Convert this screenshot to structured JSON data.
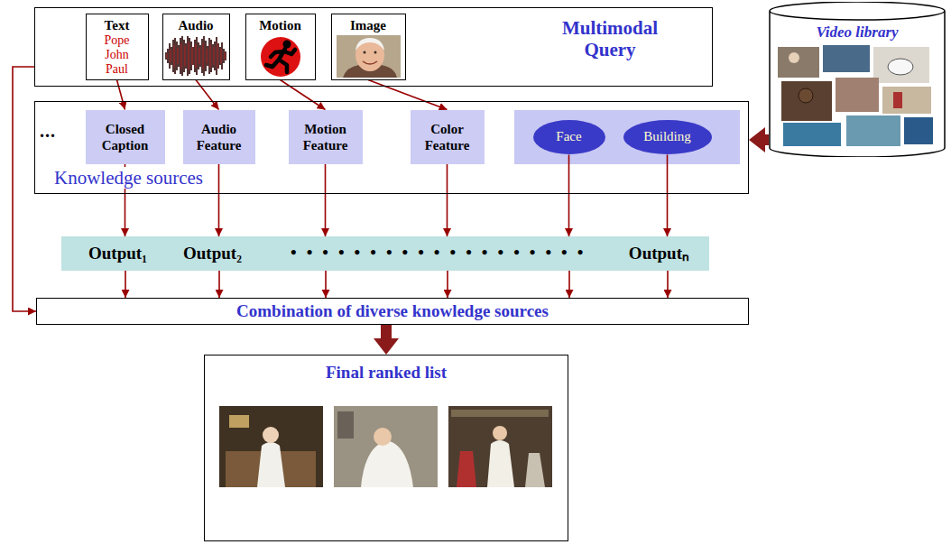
{
  "diagram": {
    "nodes": [
      {
        "text": [
          "Multimodal Query"
        ]
      },
      {
        "text": [
          "Text",
          "Pope John Paul"
        ],
        "in": 0
      },
      {
        "text": [
          "Audio"
        ],
        "in": 0
      },
      {
        "text": [
          "Motion"
        ],
        "in": 0
      },
      {
        "text": [
          "Image"
        ],
        "in": 0
      },
      {
        "text": [
          "Knowledge sources"
        ]
      },
      {
        "text": [
          "Closed Caption"
        ],
        "in": 5
      },
      {
        "text": [
          "Audio Feature"
        ],
        "in": 5
      },
      {
        "text": [
          "Motion Feature"
        ],
        "in": 5
      },
      {
        "text": [
          "Color Feature"
        ],
        "in": 5
      },
      {
        "text": [
          "Face"
        ],
        "in": 5
      },
      {
        "text": [
          "Building"
        ],
        "in": 5
      },
      {
        "text": [
          "Video library"
        ]
      },
      {
        "text": [
          "Output₁",
          "Output₂",
          "Outputₙ"
        ]
      },
      {
        "text": [
          "Combination of diverse knowledge sources"
        ]
      },
      {
        "text": [
          "Final ranked list"
        ]
      }
    ],
    "edges": [
      {
        "from": 1,
        "to": 6,
        "arrow": "to"
      },
      {
        "from": 2,
        "to": 7,
        "arrow": "to"
      },
      {
        "from": 3,
        "to": 8,
        "arrow": "to"
      },
      {
        "from": 4,
        "to": 9,
        "arrow": "to"
      },
      {
        "from": 12,
        "to": 5,
        "arrow": "to"
      },
      {
        "from": 6,
        "to": 13,
        "arrow": "to"
      },
      {
        "from": 7,
        "to": 13,
        "arrow": "to"
      },
      {
        "from": 8,
        "to": 13,
        "arrow": "to"
      },
      {
        "from": 9,
        "to": 13,
        "arrow": "to"
      },
      {
        "from": 10,
        "to": 13,
        "arrow": "to"
      },
      {
        "from": 11,
        "to": 13,
        "arrow": "to"
      },
      {
        "from": 13,
        "to": 14,
        "arrow": "to"
      },
      {
        "from": 13,
        "to": 14,
        "arrow": "to"
      },
      {
        "from": 13,
        "to": 14,
        "arrow": "to"
      },
      {
        "from": 13,
        "to": 14,
        "arrow": "to"
      },
      {
        "from": 13,
        "to": 14,
        "arrow": "to"
      },
      {
        "from": 13,
        "to": 14,
        "arrow": "to"
      },
      {
        "from": 0,
        "to": 14,
        "arrow": "to"
      },
      {
        "from": 14,
        "to": 15,
        "arrow": "to"
      }
    ],
    "labels": [
      "...",
      "•••••••••••••••••••"
    ]
  }
}
